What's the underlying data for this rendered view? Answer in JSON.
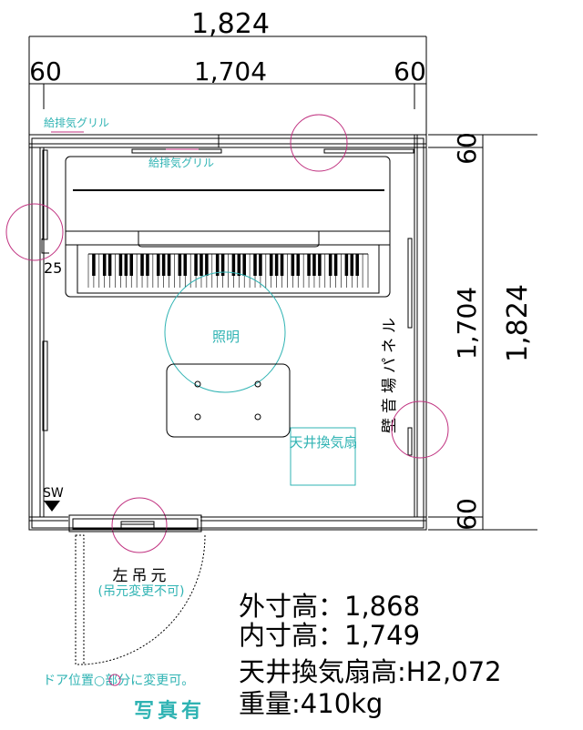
{
  "dimensions": {
    "outer_width": "1,824",
    "inner_width": "1,704",
    "left_wall": "60",
    "right_wall": "60",
    "outer_depth": "1,824",
    "inner_depth": "1,704",
    "top_wall": "60",
    "bottom_wall": "60",
    "offset_25": "25"
  },
  "labels": {
    "grille_outer": "給排気グリル",
    "grille_inner": "給排気グリル",
    "lighting": "照明",
    "ceiling_fan": "天井換気扇",
    "wall_panel": "壁音場パネル",
    "switch": "SW",
    "hinge": "左吊元",
    "hinge_note": "(吊元変更不可)",
    "door_note": "ドア位置○部分に変更可。",
    "photo": "写真有"
  },
  "specs": [
    {
      "label": "外寸高",
      "value": "：1,868"
    },
    {
      "label": "内寸高",
      "value": "：1,749"
    },
    {
      "label": "天井換気扇高",
      "value": ":H2,072"
    },
    {
      "label": "重量",
      "value": ":410kg"
    }
  ],
  "colors": {
    "teal": "#2fb3b3",
    "magenta": "#c0307f"
  }
}
